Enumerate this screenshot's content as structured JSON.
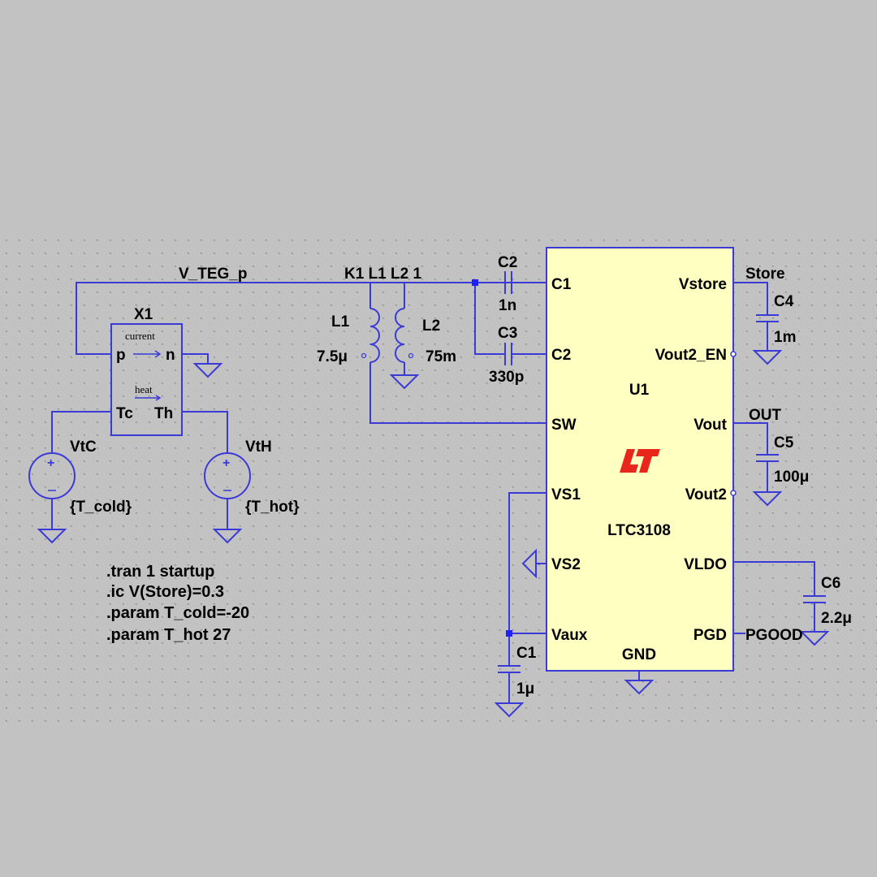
{
  "colors": {
    "background": "#c2c2c2",
    "wire": "#3a3ad6",
    "ic_fill": "#ffffc2",
    "logo": "#e8261c"
  },
  "teg": {
    "ref": "X1",
    "current_label": "current",
    "heat_label": "heat",
    "pins": {
      "p": "p",
      "n": "n",
      "tc": "Tc",
      "th": "Th"
    }
  },
  "sources": {
    "vtc": {
      "ref": "VtC",
      "value": "{T_cold}"
    },
    "vth": {
      "ref": "VtH",
      "value": "{T_hot}"
    }
  },
  "net_labels": {
    "v_teg_p": "V_TEG_p",
    "store": "Store",
    "out": "OUT",
    "pgood": "PGOOD"
  },
  "coupling": "K1 L1 L2 1",
  "inductors": {
    "l1": {
      "ref": "L1",
      "value": "7.5μ"
    },
    "l2": {
      "ref": "L2",
      "value": "75m"
    }
  },
  "capacitors": {
    "c1": {
      "ref": "C1",
      "value": "1μ"
    },
    "c2": {
      "ref": "C2",
      "value": "1n"
    },
    "c3": {
      "ref": "C3",
      "value": "330p"
    },
    "c4": {
      "ref": "C4",
      "value": "1m"
    },
    "c5": {
      "ref": "C5",
      "value": "100μ"
    },
    "c6": {
      "ref": "C6",
      "value": "2.2μ"
    }
  },
  "ic": {
    "ref": "U1",
    "part": "LTC3108",
    "left_pins": [
      "C1",
      "C2",
      "SW",
      "VS1",
      "VS2",
      "Vaux"
    ],
    "right_pins": [
      "Vstore",
      "Vout2_EN",
      "Vout",
      "Vout2",
      "VLDO",
      "PGD"
    ],
    "bottom_pin": "GND"
  },
  "directives": [
    ".tran 1 startup",
    ".ic V(Store)=0.3",
    ".param T_cold=-20",
    ".param T_hot 27"
  ]
}
